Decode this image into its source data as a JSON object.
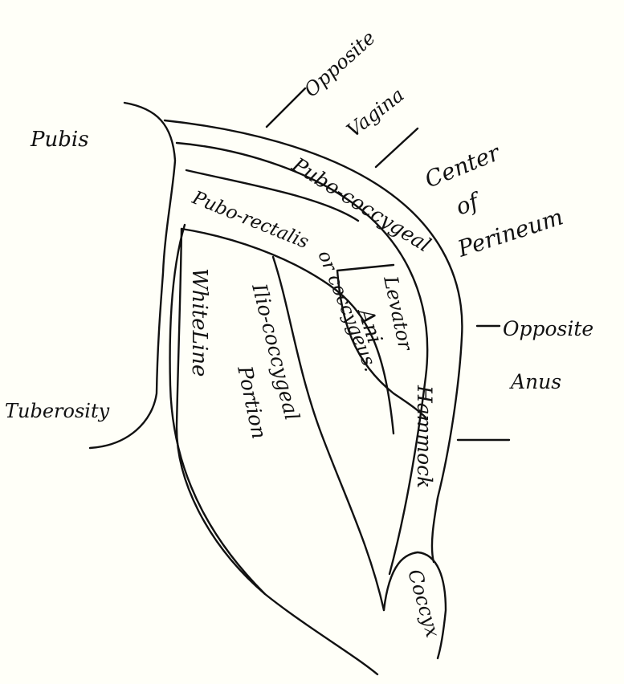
{
  "labels": {
    "pubis": "Pubis",
    "opposite_vagina_1": "Opposite",
    "opposite_vagina_2": "Vagina",
    "center_perineum_1": "Center",
    "center_perineum_2": "of",
    "center_perineum_3": "Perineum",
    "pubo_coccygeal_hammock_1": "Pubo-coccygeal",
    "pubo_coccygeal_hammock_2": "Hammock",
    "pubo_rectalis_1": "Pubo-rectalis",
    "pubo_rectalis_2": "or coccygeus.",
    "levator_ani_1": "Levator",
    "levator_ani_2": "Ani",
    "opposite_anus_1": "Opposite",
    "opposite_anus_2": "Anus",
    "white_line": "WhiteLine",
    "ilio_coccygeal_1": "Ilio-coccygeal",
    "ilio_coccygeal_2": "Portion",
    "tuberosity": "Tuberosity",
    "coccyx": "Coccyx"
  }
}
